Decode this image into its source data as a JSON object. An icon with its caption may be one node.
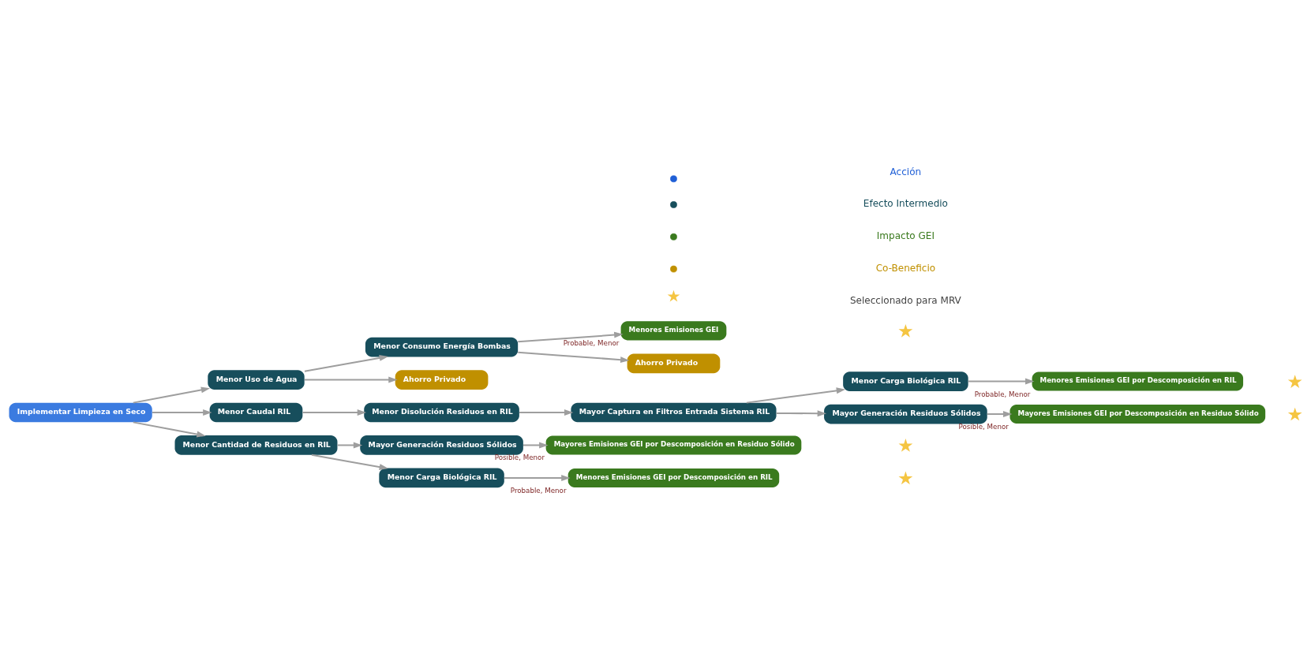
{
  "diagram": {
    "nodes": [
      {
        "text": [
          "Implementar Limpieza en Seco"
        ]
      },
      {
        "text": [
          "Menor Uso de Agua"
        ]
      },
      {
        "text": [
          "Menor Caudal RIL"
        ]
      },
      {
        "text": [
          "Menor Cantidad de Residuos en RIL"
        ]
      },
      {
        "text": [
          "Menor Consumo Energía Bombas"
        ]
      },
      {
        "text": [
          "Ahorro Privado"
        ]
      },
      {
        "text": [
          "Menor Disolución Residuos en RIL"
        ]
      },
      {
        "text": [
          "Mayor Generación Residuos Sólidos"
        ]
      },
      {
        "text": [
          "Menor Carga Biológica RIL"
        ]
      },
      {
        "text": [
          "Menores Emisiones GEI"
        ],
        "beside": [
          "Probable, Menor"
        ]
      },
      {
        "text": [
          "Ahorro Privado"
        ]
      },
      {
        "text": [
          "Mayor Captura en Filtros Entrada Sistema RIL"
        ]
      },
      {
        "text": [
          "Mayores Emisiones GEI por Descomposición en Residuo Sólido"
        ],
        "beside": [
          "Posible, Menor"
        ]
      },
      {
        "text": [
          "Menores Emisiones GEI por Descomposición en RIL"
        ],
        "beside": [
          "Probable, Menor"
        ]
      },
      {
        "text": [
          "Menor Carga Biológica RIL"
        ]
      },
      {
        "text": [
          "Mayor Generación Residuos Sólidos"
        ]
      },
      {
        "text": [
          "Menores Emisiones GEI por Descomposición en RIL"
        ],
        "beside": [
          "Probable, Menor"
        ]
      },
      {
        "text": [
          "Mayores Emisiones GEI por Descomposición en Residuo Sólido"
        ],
        "beside": [
          "Posible, Menor"
        ]
      }
    ],
    "edges": [
      {
        "from": 0,
        "to": 1,
        "arrow": "to"
      },
      {
        "from": 0,
        "to": 2,
        "arrow": "to"
      },
      {
        "from": 0,
        "to": 3,
        "arrow": "to"
      },
      {
        "from": 1,
        "to": 4,
        "arrow": "to"
      },
      {
        "from": 1,
        "to": 5,
        "arrow": "to"
      },
      {
        "from": 4,
        "to": 9,
        "arrow": "to"
      },
      {
        "from": 4,
        "to": 10,
        "arrow": "to"
      },
      {
        "from": 2,
        "to": 6,
        "arrow": "to"
      },
      {
        "from": 6,
        "to": 11,
        "arrow": "to"
      },
      {
        "from": 11,
        "to": 14,
        "arrow": "to"
      },
      {
        "from": 11,
        "to": 15,
        "arrow": "to"
      },
      {
        "from": 14,
        "to": 16,
        "arrow": "to"
      },
      {
        "from": 15,
        "to": 17,
        "arrow": "to"
      },
      {
        "from": 3,
        "to": 7,
        "arrow": "to"
      },
      {
        "from": 3,
        "to": 8,
        "arrow": "to"
      },
      {
        "from": 7,
        "to": 12,
        "arrow": "to"
      },
      {
        "from": 8,
        "to": 13,
        "arrow": "to"
      }
    ],
    "legend": [
      {
        "text": "Acción",
        "color": "#1f5fd6"
      },
      {
        "text": "Efecto Intermedio",
        "color": "#174e5c"
      },
      {
        "text": "Impacto GEI",
        "color": "#3a7a1e"
      },
      {
        "text": "Co-Beneficio",
        "color": "#c09000"
      },
      {
        "text": "Seleccionado para MRV"
      }
    ]
  }
}
